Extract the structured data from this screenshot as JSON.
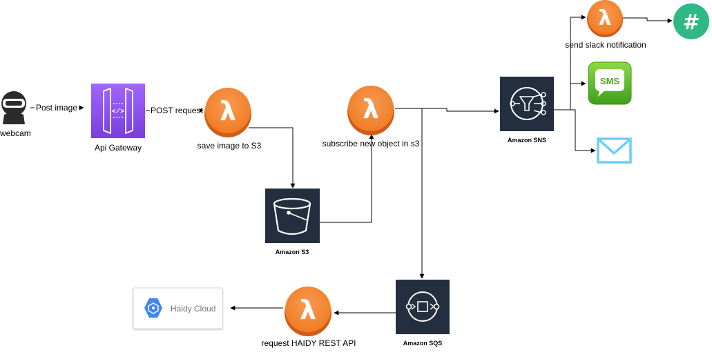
{
  "nodes": {
    "webcam": {
      "label": "webcam"
    },
    "api_gateway": {
      "label": "Api Gateway"
    },
    "lambda_save": {
      "label": "save image to S3"
    },
    "s3": {
      "label": "Amazon S3"
    },
    "lambda_subscribe": {
      "label": "subscribe new object in s3"
    },
    "sns": {
      "label": "Amazon SNS"
    },
    "lambda_slack": {
      "label": "send slack notification"
    },
    "sms": {
      "label": "SMS"
    },
    "sqs": {
      "label": "Amazon SQS"
    },
    "lambda_haidy": {
      "label": "request HAIDY REST API"
    },
    "haidy_cloud": {
      "label": "Haidy Cloud"
    }
  },
  "edges": {
    "webcam_to_gateway": {
      "label": "Post image"
    },
    "gateway_to_lambda": {
      "label": "POST request"
    }
  },
  "icons": {
    "lambda_symbol": "λ",
    "slack_symbol": "#"
  },
  "colors": {
    "lambda_orange": "#f58536",
    "lambda_orange_dark": "#d05c17",
    "api_gateway_purple": "#8c4fff",
    "aws_dark": "#232f3e",
    "slack_green": "#2eb886",
    "sms_green": "#5cb82b",
    "mail_blue": "#6ccff6",
    "gcp_blue": "#4285f4"
  }
}
